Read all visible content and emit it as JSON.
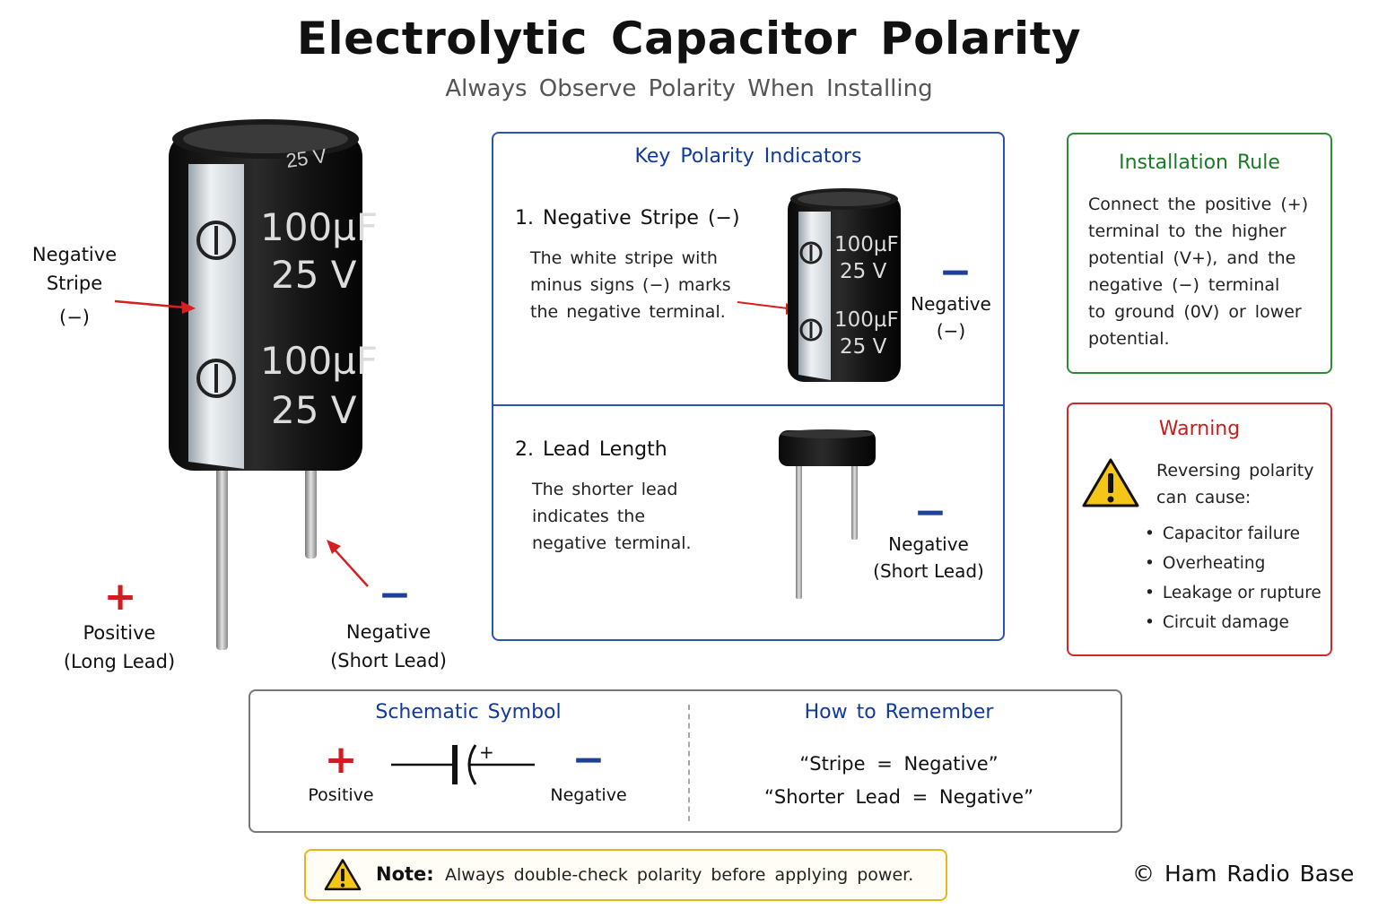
{
  "title": "Electrolytic Capacitor Polarity",
  "subtitle": "Always Observe Polarity When Installing",
  "capacitor_marking": {
    "top_voltage": "25 V",
    "capacitance": "100µF",
    "voltage": "25 V",
    "minus_symbol": "−"
  },
  "main_diagram": {
    "stripe_label": [
      "Negative",
      "Stripe",
      "(−)"
    ],
    "positive_symbol": "+",
    "positive_label": [
      "Positive",
      "(Long Lead)"
    ],
    "negative_symbol": "−",
    "negative_label": [
      "Negative",
      "(Short Lead)"
    ]
  },
  "key_indicators": {
    "heading": "Key Polarity Indicators",
    "item1": {
      "heading": "1. Negative Stripe (−)",
      "body": [
        "The white stripe with",
        "minus signs (−) marks",
        "the negative terminal."
      ],
      "symbol": "−",
      "label": [
        "Negative",
        "(−)"
      ]
    },
    "item2": {
      "heading": "2. Lead Length",
      "body": [
        "The shorter lead",
        "indicates the",
        "negative terminal."
      ],
      "symbol": "−",
      "label": [
        "Negative",
        "(Short Lead)"
      ]
    }
  },
  "installation_rule": {
    "heading": "Installation Rule",
    "lines": [
      "Connect the positive (+)",
      "terminal to the higher",
      "potential (V+), and the",
      "negative (−) terminal",
      "to ground (0V) or lower",
      "potential."
    ]
  },
  "warning": {
    "heading": "Warning",
    "intro": [
      "Reversing polarity",
      "can cause:"
    ],
    "items": [
      "Capacitor failure",
      "Overheating",
      "Leakage or rupture",
      "Circuit damage"
    ]
  },
  "schematic": {
    "heading": "Schematic Symbol",
    "plus": "+",
    "minus": "−",
    "plate_plus": "+",
    "positive_label": "Positive",
    "negative_label": "Negative"
  },
  "remember": {
    "heading": "How to Remember",
    "lines": [
      "“Stripe = Negative”",
      "“Shorter Lead = Negative”"
    ]
  },
  "note": {
    "label": "Note:",
    "text": "Always double-check polarity before applying power."
  },
  "copyright": "© Ham Radio Base",
  "colors": {
    "red": "#cc1f1f",
    "blue": "#1f3f99",
    "green": "#1b7a25",
    "yellow": "#f5c518"
  },
  "icons": [
    "warning-triangle-icon",
    "red-arrow-icon"
  ]
}
